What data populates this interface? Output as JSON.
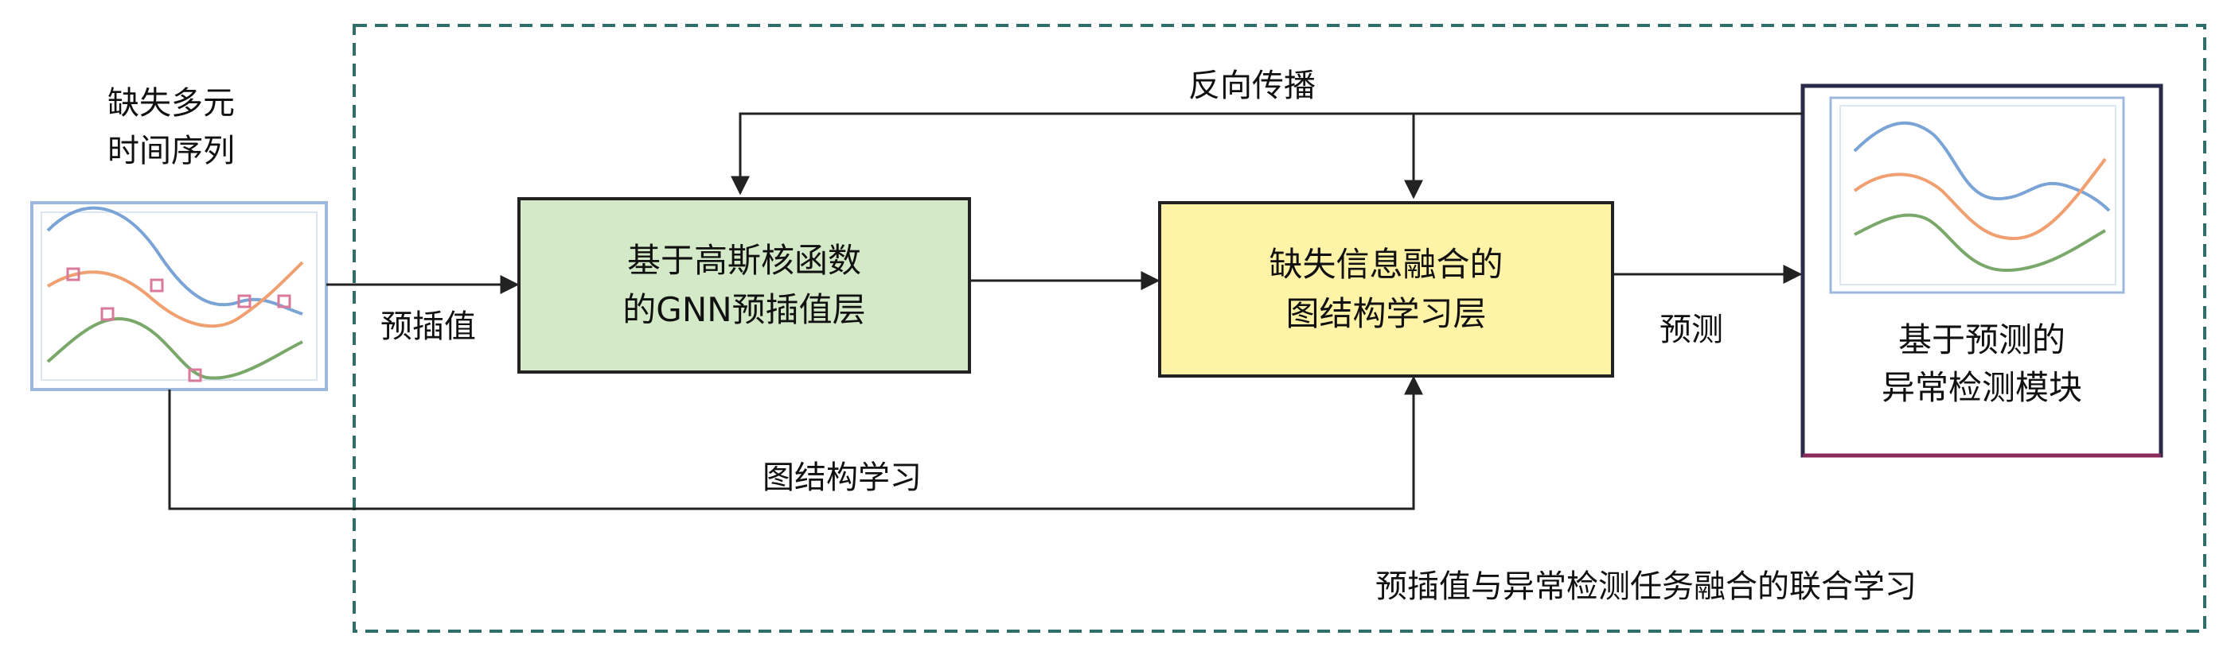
{
  "input": {
    "title_lines": [
      "缺失多元",
      "时间序列"
    ]
  },
  "blocks": {
    "gnn_imputation": {
      "lines": [
        "基于高斯核函数",
        "的GNN预插值层"
      ],
      "color": "#d3e9c7"
    },
    "graph_learning": {
      "lines": [
        "缺失信息融合的",
        "图结构学习层"
      ],
      "color": "#fff3a8"
    },
    "anomaly": {
      "lines": [
        "基于预测的",
        "异常检测模块"
      ]
    }
  },
  "edges": {
    "imputation": "预插值",
    "backprop": "反向传播",
    "graph_structure": "图结构学习",
    "prediction": "预测"
  },
  "region": {
    "caption": "预插值与异常检测任务融合的联合学习",
    "border_color": "#2e6f6b"
  },
  "series_colors": {
    "blue": "#7aa3d6",
    "orange": "#f0a070",
    "green": "#7aa86a",
    "marker": "#d97a9a"
  }
}
